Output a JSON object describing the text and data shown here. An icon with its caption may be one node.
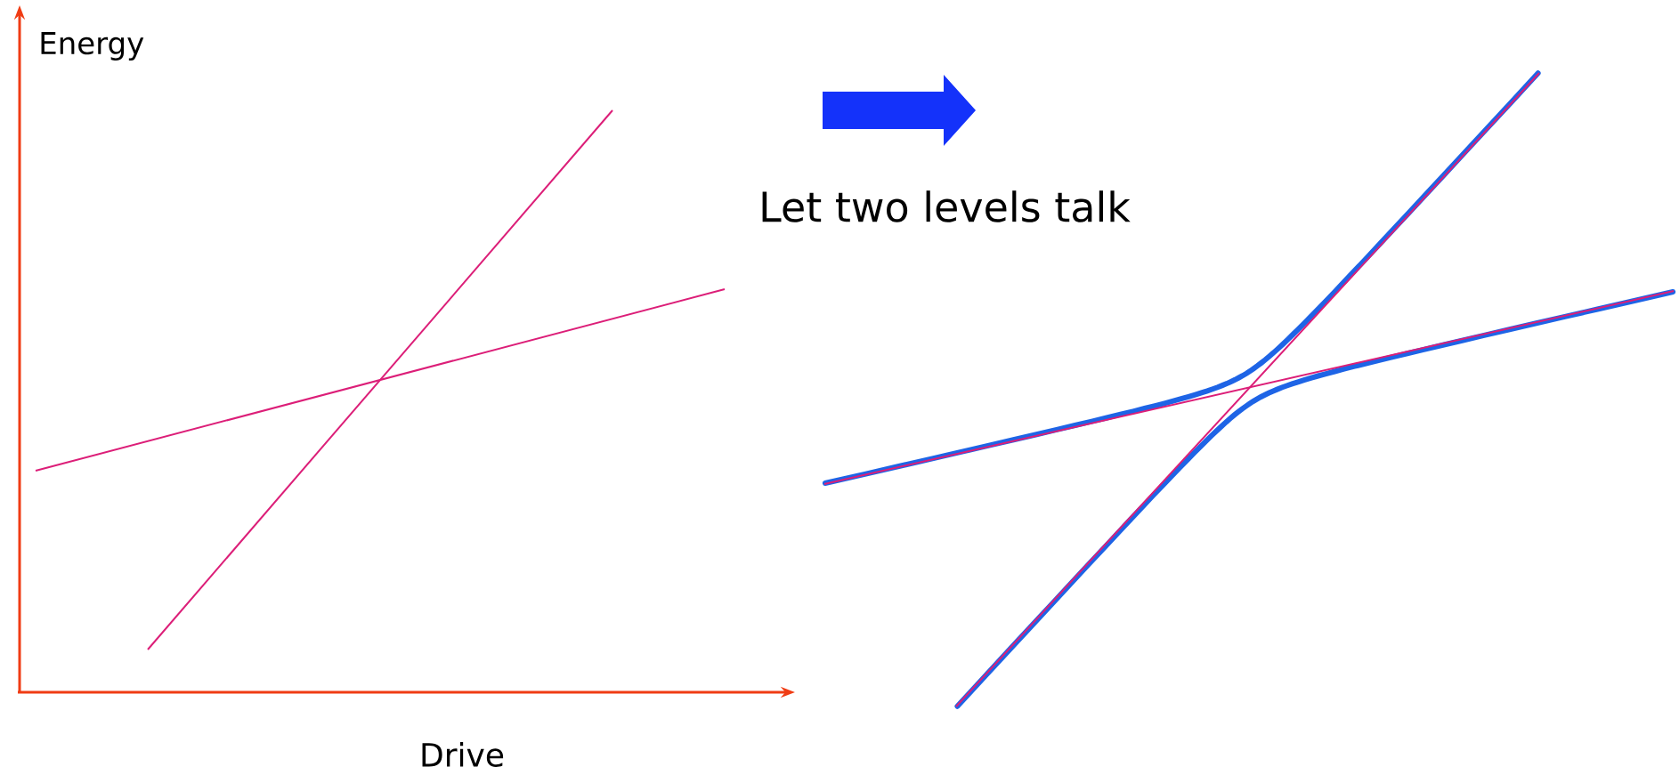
{
  "diagram": {
    "labels": [
      "Energy",
      "Let two levels talk",
      "Drive"
    ]
  }
}
